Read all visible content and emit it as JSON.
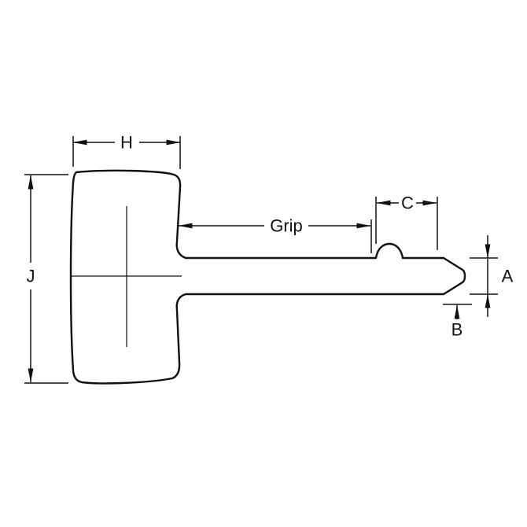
{
  "drawing": {
    "background_color": "#ffffff",
    "line_color": "#111111",
    "labels": {
      "handle_width": "H",
      "handle_height": "J",
      "grip": "Grip",
      "ball_to_tip": "C",
      "shank_diameter": "A",
      "tip_diameter": "B"
    }
  }
}
